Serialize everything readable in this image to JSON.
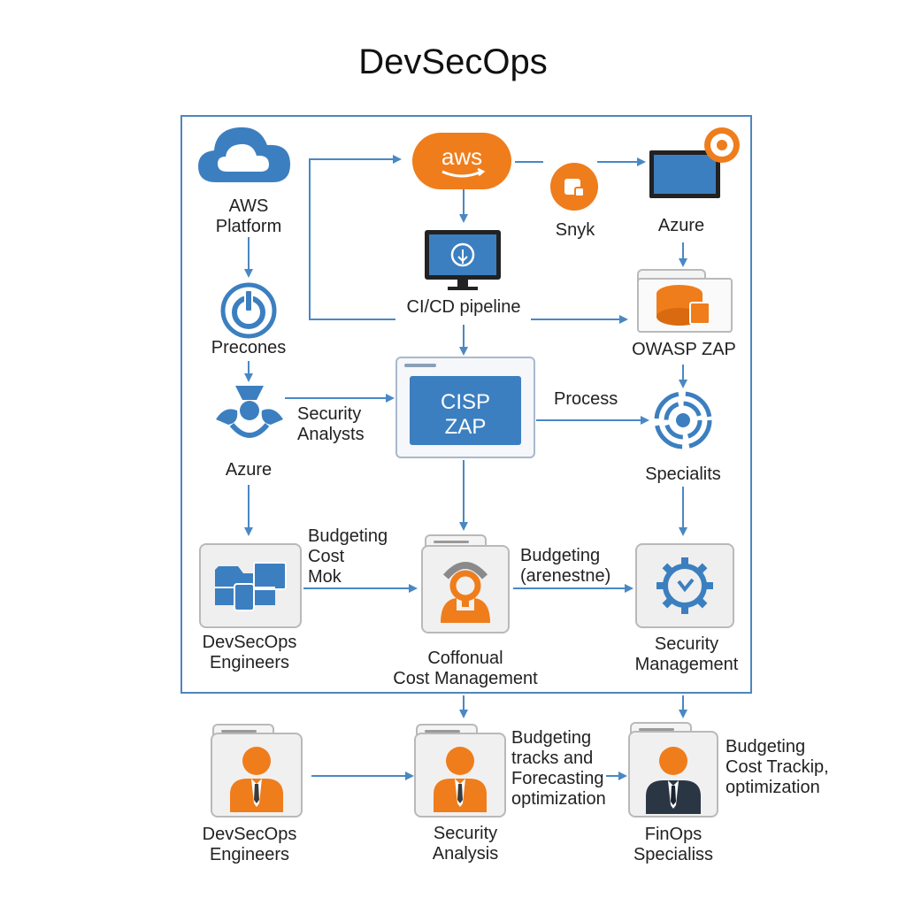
{
  "title": "DevSecOps",
  "colors": {
    "blue": "#3c7fc0",
    "orange": "#ef7d1c",
    "frame": "#4f86bd",
    "arrow": "#4a88c4",
    "box_bg": "#efefef"
  },
  "nodes": {
    "aws_platform": {
      "label": "AWS\nPlatform",
      "icon": "cloud-icon"
    },
    "precones": {
      "label": "Precones",
      "icon": "power-icon"
    },
    "azure_left": {
      "label": "Azure",
      "icon": "people-icon"
    },
    "security_analysts": {
      "label": "Security\nAnalysts"
    },
    "aws": {
      "label": "aws",
      "icon": "aws-logo"
    },
    "cicd": {
      "label": "CI/CD pipeline",
      "icon": "monitor-icon"
    },
    "snyk": {
      "label": "Snyk",
      "icon": "snyk-icon"
    },
    "azure_right": {
      "label": "Azure",
      "icon": "monitor-icon"
    },
    "owasp": {
      "label": "OWASP ZAP",
      "icon": "database-icon"
    },
    "cisp": {
      "label": "CISP\nZAP"
    },
    "process": {
      "label": "Process"
    },
    "specialists": {
      "label": "Specialits",
      "icon": "target-icon"
    },
    "devsecops_eng_top": {
      "label": "DevSecOps\nEngineers",
      "icon": "folder-devices-icon"
    },
    "budget_left": {
      "label": "Budgeting\nCost\nMok"
    },
    "cost_mgmt": {
      "label": "Coffonual\nCost Management",
      "icon": "person-icon"
    },
    "budget_mid": {
      "label": "Budgeting\n(arenestne)"
    },
    "security_mgmt": {
      "label": "Security\nManagement",
      "icon": "gear-icon"
    },
    "devsecops_eng_bottom": {
      "label": "DevSecOps\nEngineers",
      "icon": "person-icon"
    },
    "security_analysis": {
      "label": "Security\nAnalysis",
      "icon": "person-icon"
    },
    "budget_tracks": {
      "label": "Budgeting\ntracks and\nForecasting\noptimization"
    },
    "finops": {
      "label": "FinOps\nSpecialiss",
      "icon": "person-icon"
    },
    "budget_right": {
      "label": "Budgeting\nCost Trackip,\noptimization"
    }
  }
}
